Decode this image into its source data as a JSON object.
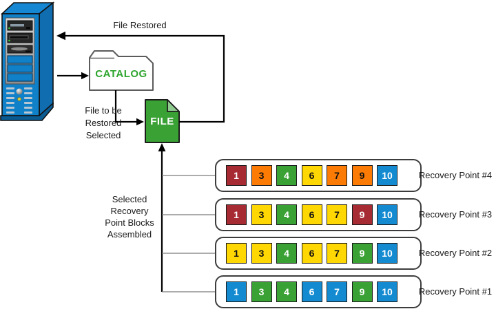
{
  "labels": {
    "file_restored": "File Restored",
    "file_selected_lines": [
      "File to be",
      "Restored",
      "Selected"
    ],
    "assembled_lines": [
      "Selected",
      "Recovery",
      "Point Blocks",
      "Assembled"
    ],
    "catalog": "CATALOG",
    "file": "FILE"
  },
  "icons": {
    "server": "server-tower-icon",
    "catalog": "folder-icon",
    "file": "file-document-icon"
  },
  "palette": {
    "red": "#A72B33",
    "orange": "#FB7B04",
    "yellow": "#FFD803",
    "green": "#3AA135",
    "blue": "#148BD1",
    "block_text_light": "#ffffff",
    "block_text_dark": "#111111",
    "catalog_text": "#2EA52E",
    "file_fill": "#3AA135",
    "file_fold": "#8FCA8F",
    "line": "#000000",
    "branch_line": "#7a7a7a",
    "container_border": "#3c3c3c",
    "folder_border": "#5b5b5b",
    "server_front": "#1080C8",
    "server_side": "#0F6DB0",
    "server_top": "#1687D2",
    "server_base": "#0B5B93"
  },
  "recovery_points": [
    {
      "label": "Recovery Point #4",
      "blocks": [
        {
          "num": "1",
          "color": "red"
        },
        {
          "num": "3",
          "color": "orange"
        },
        {
          "num": "4",
          "color": "green"
        },
        {
          "num": "6",
          "color": "yellow"
        },
        {
          "num": "7",
          "color": "orange"
        },
        {
          "num": "9",
          "color": "orange"
        },
        {
          "num": "10",
          "color": "blue"
        }
      ]
    },
    {
      "label": "Recovery Point #3",
      "blocks": [
        {
          "num": "1",
          "color": "red"
        },
        {
          "num": "3",
          "color": "yellow"
        },
        {
          "num": "4",
          "color": "green"
        },
        {
          "num": "6",
          "color": "yellow"
        },
        {
          "num": "7",
          "color": "yellow"
        },
        {
          "num": "9",
          "color": "red"
        },
        {
          "num": "10",
          "color": "blue"
        }
      ]
    },
    {
      "label": "Recovery Point #2",
      "blocks": [
        {
          "num": "1",
          "color": "yellow"
        },
        {
          "num": "3",
          "color": "yellow"
        },
        {
          "num": "4",
          "color": "green"
        },
        {
          "num": "6",
          "color": "yellow"
        },
        {
          "num": "7",
          "color": "yellow"
        },
        {
          "num": "9",
          "color": "green"
        },
        {
          "num": "10",
          "color": "blue"
        }
      ]
    },
    {
      "label": "Recovery Point #1",
      "blocks": [
        {
          "num": "1",
          "color": "blue"
        },
        {
          "num": "3",
          "color": "green"
        },
        {
          "num": "4",
          "color": "green"
        },
        {
          "num": "6",
          "color": "blue"
        },
        {
          "num": "7",
          "color": "blue"
        },
        {
          "num": "9",
          "color": "green"
        },
        {
          "num": "10",
          "color": "blue"
        }
      ]
    }
  ]
}
